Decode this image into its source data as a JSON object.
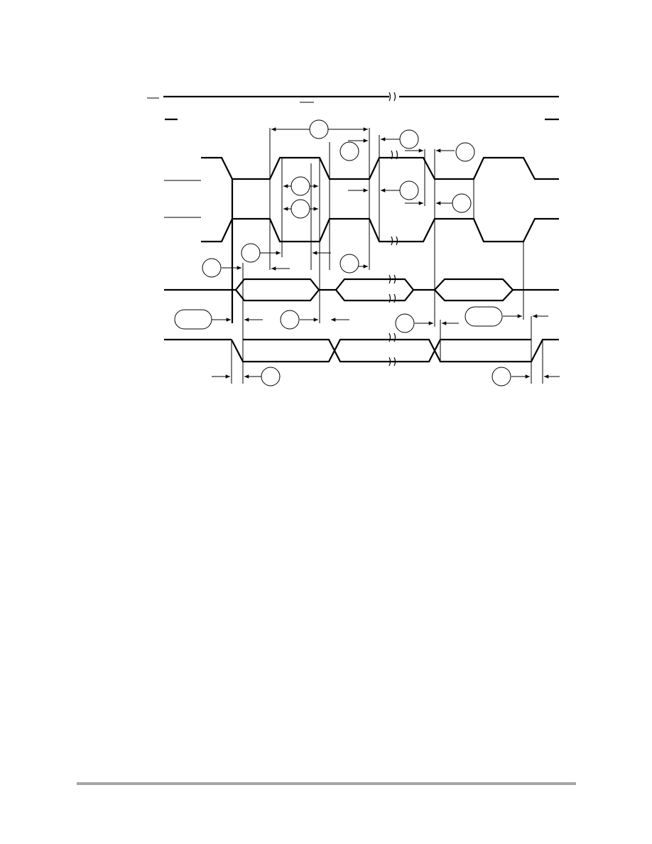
{
  "diagram": {
    "kind": "timing-diagram",
    "text_labels": [],
    "ref_circles": 14,
    "ref_ovals": 2,
    "colors": {
      "ink": "#000000",
      "background": "#ffffff",
      "footer_rule": "#a6a6a6"
    }
  }
}
